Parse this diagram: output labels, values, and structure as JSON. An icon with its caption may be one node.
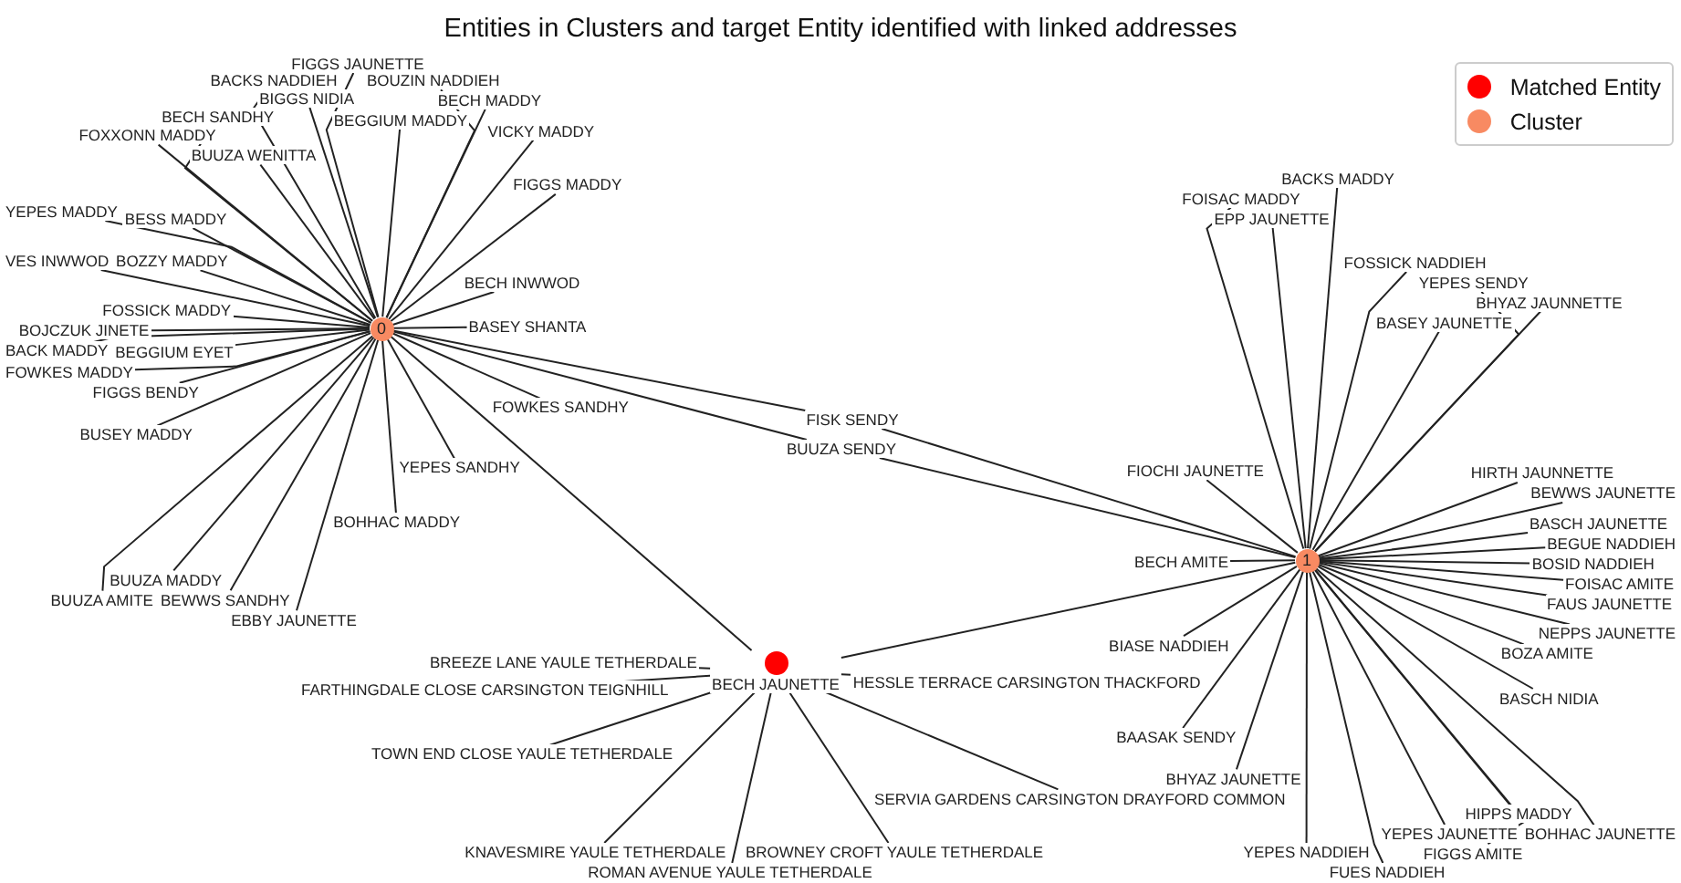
{
  "diagram": {
    "title": "Entities in Clusters and target Entity identified with linked addresses",
    "nodes": [
      {
        "text": [
          "0"
        ]
      },
      {
        "text": [
          "FIGGS JAUNETTE"
        ]
      },
      {
        "text": [
          "BACKS NADDIEH"
        ]
      },
      {
        "text": [
          "BOUZIN NADDIEH"
        ]
      },
      {
        "text": [
          "BECH SANDHY"
        ]
      },
      {
        "text": [
          "BIGGS NIDIA"
        ]
      },
      {
        "text": [
          "BECH MADDY"
        ]
      },
      {
        "text": [
          "FOXXONN MADDY"
        ]
      },
      {
        "text": [
          "BEGGIUM MADDY"
        ]
      },
      {
        "text": [
          "VICKY MADDY"
        ]
      },
      {
        "text": [
          "YEPES MADDY"
        ]
      },
      {
        "text": [
          "BESS MADDY"
        ]
      },
      {
        "text": [
          "BUUZA WENITTA"
        ]
      },
      {
        "text": [
          "FIGGS MADDY"
        ]
      },
      {
        "text": [
          "BECH INWWOD"
        ]
      },
      {
        "text": [
          "VES INWWOD"
        ]
      },
      {
        "text": [
          "FOSSICK MADDY"
        ]
      },
      {
        "text": [
          "BOZZY MADDY"
        ]
      },
      {
        "text": [
          "BOJCZUK JINETE"
        ]
      },
      {
        "text": [
          "BASEY SHANTA"
        ]
      },
      {
        "text": [
          "BACK MADDY"
        ]
      },
      {
        "text": [
          "BEGGIUM EYET"
        ]
      },
      {
        "text": [
          "FOWKES MADDY"
        ]
      },
      {
        "text": [
          "FOWKES SANDHY"
        ]
      },
      {
        "text": [
          "FIGGS BENDY"
        ]
      },
      {
        "text": [
          "BUSEY MADDY"
        ]
      },
      {
        "text": [
          "BUUZA MADDY"
        ]
      },
      {
        "text": [
          "YEPES SANDHY"
        ]
      },
      {
        "text": [
          "BUUZA AMITE"
        ]
      },
      {
        "text": [
          "BEWWS SANDHY"
        ]
      },
      {
        "text": [
          "BOHHAC MADDY"
        ]
      },
      {
        "text": [
          "EBBY JAUNETTE"
        ]
      },
      {
        "text": [
          "FISK SENDY"
        ]
      },
      {
        "text": [
          "BUUZA SENDY"
        ]
      },
      {
        "text": [
          "BECH JAUNETTE"
        ]
      },
      {
        "text": [
          "BREEZE LANE YAULE TETHERDALE"
        ]
      },
      {
        "text": [
          "FARTHINGDALE CLOSE CARSINGTON TEIGNHILL"
        ]
      },
      {
        "text": [
          "HESSLE TERRACE CARSINGTON THACKFORD"
        ]
      },
      {
        "text": [
          "TOWN END CLOSE YAULE TETHERDALE"
        ]
      },
      {
        "text": [
          "SERVIA GARDENS CARSINGTON DRAYFORD COMMON"
        ]
      },
      {
        "text": [
          "KNAVESMIRE YAULE TETHERDALE"
        ]
      },
      {
        "text": [
          "BROWNEY CROFT YAULE TETHERDALE"
        ]
      },
      {
        "text": [
          "ROMAN AVENUE YAULE TETHERDALE"
        ]
      },
      {
        "text": [
          "1"
        ]
      },
      {
        "text": [
          "BACKS MADDY"
        ]
      },
      {
        "text": [
          "FOISAC MADDY"
        ]
      },
      {
        "text": [
          "FOSSICK NADDIEH"
        ]
      },
      {
        "text": [
          "YEPES SENDY"
        ]
      },
      {
        "text": [
          "BHYAZ JAUNNETTE"
        ]
      },
      {
        "text": [
          "EPP JAUNETTE"
        ]
      },
      {
        "text": [
          "BASEY JAUNETTE"
        ]
      },
      {
        "text": [
          "HIRTH JAUNNETTE"
        ]
      },
      {
        "text": [
          "BEWWS JAUNETTE"
        ]
      },
      {
        "text": [
          "FIOCHI JAUNETTE"
        ]
      },
      {
        "text": [
          "BASCH JAUNETTE"
        ]
      },
      {
        "text": [
          "BEGUE NADDIEH"
        ]
      },
      {
        "text": [
          "BOSID NADDIEH"
        ]
      },
      {
        "text": [
          "FOISAC AMITE"
        ]
      },
      {
        "text": [
          "BECH AMITE"
        ]
      },
      {
        "text": [
          "FAUS JAUNETTE"
        ]
      },
      {
        "text": [
          "NEPPS JAUNETTE"
        ]
      },
      {
        "text": [
          "BOZA AMITE"
        ]
      },
      {
        "text": [
          "BASCH NIDIA"
        ]
      },
      {
        "text": [
          "BIASE NADDIEH"
        ]
      },
      {
        "text": [
          "BAASAK SENDY"
        ]
      },
      {
        "text": [
          "HIPPS MADDY"
        ]
      },
      {
        "text": [
          "YEPES JAUNETTE"
        ]
      },
      {
        "text": [
          "BOHHAC JAUNETTE"
        ]
      },
      {
        "text": [
          "BHYAZ JAUNETTE"
        ]
      },
      {
        "text": [
          "FIGGS AMITE"
        ]
      },
      {
        "text": [
          "YEPES NADDIEH"
        ]
      },
      {
        "text": [
          "FUES NADDIEH"
        ]
      }
    ],
    "edges": [
      {
        "from": 0,
        "to": 1,
        "arrow": "none"
      },
      {
        "from": 0,
        "to": 2,
        "arrow": "none"
      },
      {
        "from": 0,
        "to": 3,
        "arrow": "none"
      },
      {
        "from": 0,
        "to": 4,
        "arrow": "none"
      },
      {
        "from": 0,
        "to": 5,
        "arrow": "none"
      },
      {
        "from": 0,
        "to": 6,
        "arrow": "none"
      },
      {
        "from": 0,
        "to": 7,
        "arrow": "none"
      },
      {
        "from": 0,
        "to": 8,
        "arrow": "none"
      },
      {
        "from": 0,
        "to": 9,
        "arrow": "none"
      },
      {
        "from": 0,
        "to": 10,
        "arrow": "none"
      },
      {
        "from": 0,
        "to": 11,
        "arrow": "none"
      },
      {
        "from": 0,
        "to": 12,
        "arrow": "none"
      },
      {
        "from": 0,
        "to": 13,
        "arrow": "none"
      },
      {
        "from": 0,
        "to": 14,
        "arrow": "none"
      },
      {
        "from": 0,
        "to": 15,
        "arrow": "none"
      },
      {
        "from": 0,
        "to": 16,
        "arrow": "none"
      },
      {
        "from": 0,
        "to": 17,
        "arrow": "none"
      },
      {
        "from": 0,
        "to": 18,
        "arrow": "none"
      },
      {
        "from": 0,
        "to": 19,
        "arrow": "none"
      },
      {
        "from": 0,
        "to": 20,
        "arrow": "none"
      },
      {
        "from": 0,
        "to": 21,
        "arrow": "none"
      },
      {
        "from": 0,
        "to": 22,
        "arrow": "none"
      },
      {
        "from": 0,
        "to": 23,
        "arrow": "none"
      },
      {
        "from": 0,
        "to": 24,
        "arrow": "none"
      },
      {
        "from": 0,
        "to": 25,
        "arrow": "none"
      },
      {
        "from": 0,
        "to": 26,
        "arrow": "none"
      },
      {
        "from": 0,
        "to": 27,
        "arrow": "none"
      },
      {
        "from": 0,
        "to": 28,
        "arrow": "none"
      },
      {
        "from": 0,
        "to": 29,
        "arrow": "none"
      },
      {
        "from": 0,
        "to": 30,
        "arrow": "none"
      },
      {
        "from": 0,
        "to": 31,
        "arrow": "none"
      },
      {
        "from": 0,
        "to": 32,
        "arrow": "none"
      },
      {
        "from": 32,
        "to": 43,
        "arrow": "none"
      },
      {
        "from": 0,
        "to": 33,
        "arrow": "none"
      },
      {
        "from": 33,
        "to": 43,
        "arrow": "none"
      },
      {
        "from": 0,
        "to": 34,
        "arrow": "none"
      },
      {
        "from": 34,
        "to": 43,
        "arrow": "none"
      },
      {
        "from": 34,
        "to": 35,
        "arrow": "none"
      },
      {
        "from": 34,
        "to": 36,
        "arrow": "none"
      },
      {
        "from": 34,
        "to": 37,
        "arrow": "none"
      },
      {
        "from": 34,
        "to": 38,
        "arrow": "none"
      },
      {
        "from": 34,
        "to": 39,
        "arrow": "none"
      },
      {
        "from": 34,
        "to": 40,
        "arrow": "none"
      },
      {
        "from": 34,
        "to": 41,
        "arrow": "none"
      },
      {
        "from": 34,
        "to": 42,
        "arrow": "none"
      },
      {
        "from": 43,
        "to": 44,
        "arrow": "none"
      },
      {
        "from": 43,
        "to": 45,
        "arrow": "none"
      },
      {
        "from": 43,
        "to": 46,
        "arrow": "none"
      },
      {
        "from": 43,
        "to": 47,
        "arrow": "none"
      },
      {
        "from": 43,
        "to": 48,
        "arrow": "none"
      },
      {
        "from": 43,
        "to": 49,
        "arrow": "none"
      },
      {
        "from": 43,
        "to": 50,
        "arrow": "none"
      },
      {
        "from": 43,
        "to": 51,
        "arrow": "none"
      },
      {
        "from": 43,
        "to": 52,
        "arrow": "none"
      },
      {
        "from": 43,
        "to": 53,
        "arrow": "none"
      },
      {
        "from": 43,
        "to": 54,
        "arrow": "none"
      },
      {
        "from": 43,
        "to": 55,
        "arrow": "none"
      },
      {
        "from": 43,
        "to": 56,
        "arrow": "none"
      },
      {
        "from": 43,
        "to": 57,
        "arrow": "none"
      },
      {
        "from": 43,
        "to": 58,
        "arrow": "none"
      },
      {
        "from": 43,
        "to": 59,
        "arrow": "none"
      },
      {
        "from": 43,
        "to": 60,
        "arrow": "none"
      },
      {
        "from": 43,
        "to": 61,
        "arrow": "none"
      },
      {
        "from": 43,
        "to": 62,
        "arrow": "none"
      },
      {
        "from": 43,
        "to": 63,
        "arrow": "none"
      },
      {
        "from": 43,
        "to": 64,
        "arrow": "none"
      },
      {
        "from": 43,
        "to": 65,
        "arrow": "none"
      },
      {
        "from": 43,
        "to": 66,
        "arrow": "none"
      },
      {
        "from": 43,
        "to": 67,
        "arrow": "none"
      },
      {
        "from": 43,
        "to": 68,
        "arrow": "none"
      },
      {
        "from": 43,
        "to": 69,
        "arrow": "none"
      },
      {
        "from": 43,
        "to": 70,
        "arrow": "none"
      },
      {
        "from": 43,
        "to": 71,
        "arrow": "none"
      }
    ],
    "legend": [
      {
        "text": "Matched Entity",
        "color": "#ff0000"
      },
      {
        "text": "Cluster",
        "color": "#f88a62"
      }
    ]
  }
}
